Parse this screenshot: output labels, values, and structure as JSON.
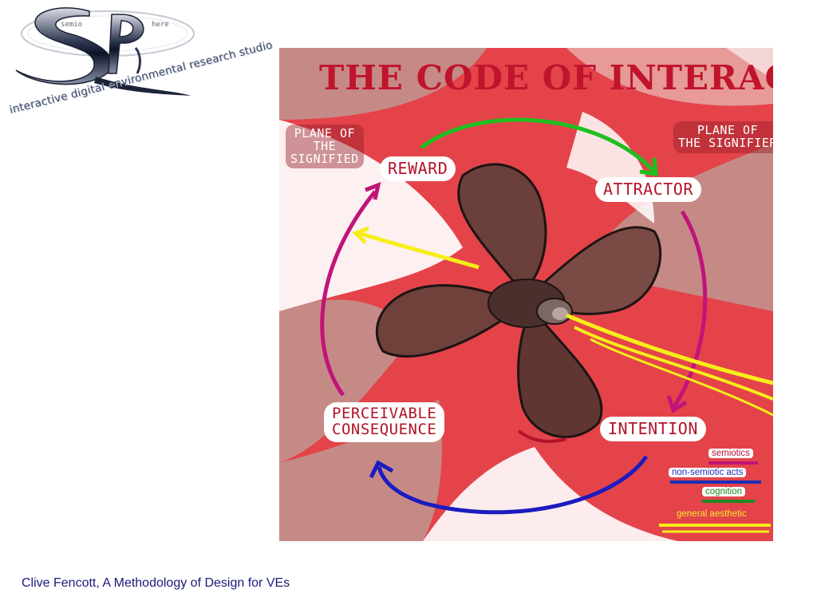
{
  "logo": {
    "monogram": "SP",
    "word_left": "semio",
    "word_right": "here",
    "tagline": "interactive digital environmental research studio"
  },
  "diagram": {
    "title": "THE CODE OF INTERACTION",
    "plane_signified": [
      "PLANE OF",
      "THE",
      "SIGNIFIED"
    ],
    "plane_signifier": [
      "PLANE OF",
      "THE SIGNIFIER"
    ],
    "nodes": {
      "reward": "REWARD",
      "attractor": "ATTRACTOR",
      "intention": "INTENTION",
      "perceivable_consequence": [
        "PERCEIVABLE",
        "CONSEQUENCE"
      ]
    },
    "legend": {
      "semiotics": "semiotics",
      "non_semiotic_acts": "non-semiotic acts",
      "cognition": "cognition",
      "general_aesthetic": "general aesthetic"
    },
    "colors": {
      "background_red": "#e4434a",
      "background_pink": "#c68a86",
      "title_red": "#c0142c",
      "semiotics_magenta": "#c01478",
      "non_semiotic_blue": "#1b1bc0",
      "cognition_green": "#1fbf1f",
      "aesthetic_yellow": "#f6ee1a",
      "propeller_brown": "#6b3f3a"
    },
    "icons": {
      "center_image": "propeller-icon"
    }
  },
  "footer": {
    "citation": "Clive Fencott, A Methodology of Design for VEs"
  }
}
